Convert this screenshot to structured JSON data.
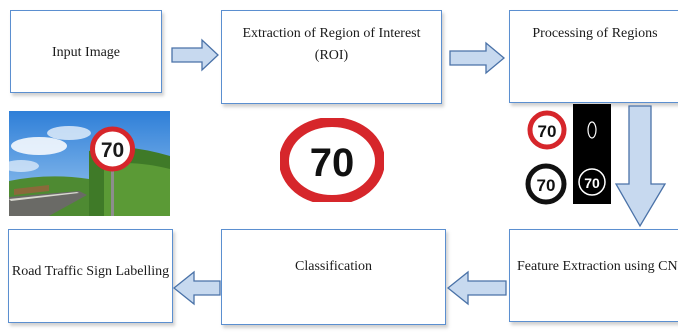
{
  "diagram": {
    "nodes": {
      "input_image": "Input Image",
      "roi_line1": "Extraction of Region of Interest",
      "roi_line2": "(ROI)",
      "processing": "Processing of Regions",
      "feature_extraction": "Feature Extraction using CNN",
      "classification": "Classification",
      "labelling": "Road Traffic Sign Labelling"
    },
    "sign_value": "70",
    "flow": [
      "Input Image",
      "Extraction of Region of Interest (ROI)",
      "Processing of Regions",
      "Feature Extraction using CNN",
      "Classification",
      "Road Traffic Sign Labelling"
    ]
  },
  "colors": {
    "box_border": "#5b8fd0",
    "arrow_fill": "#c7d9ef",
    "arrow_stroke": "#4a72a8",
    "sign_red": "#d6262b"
  }
}
